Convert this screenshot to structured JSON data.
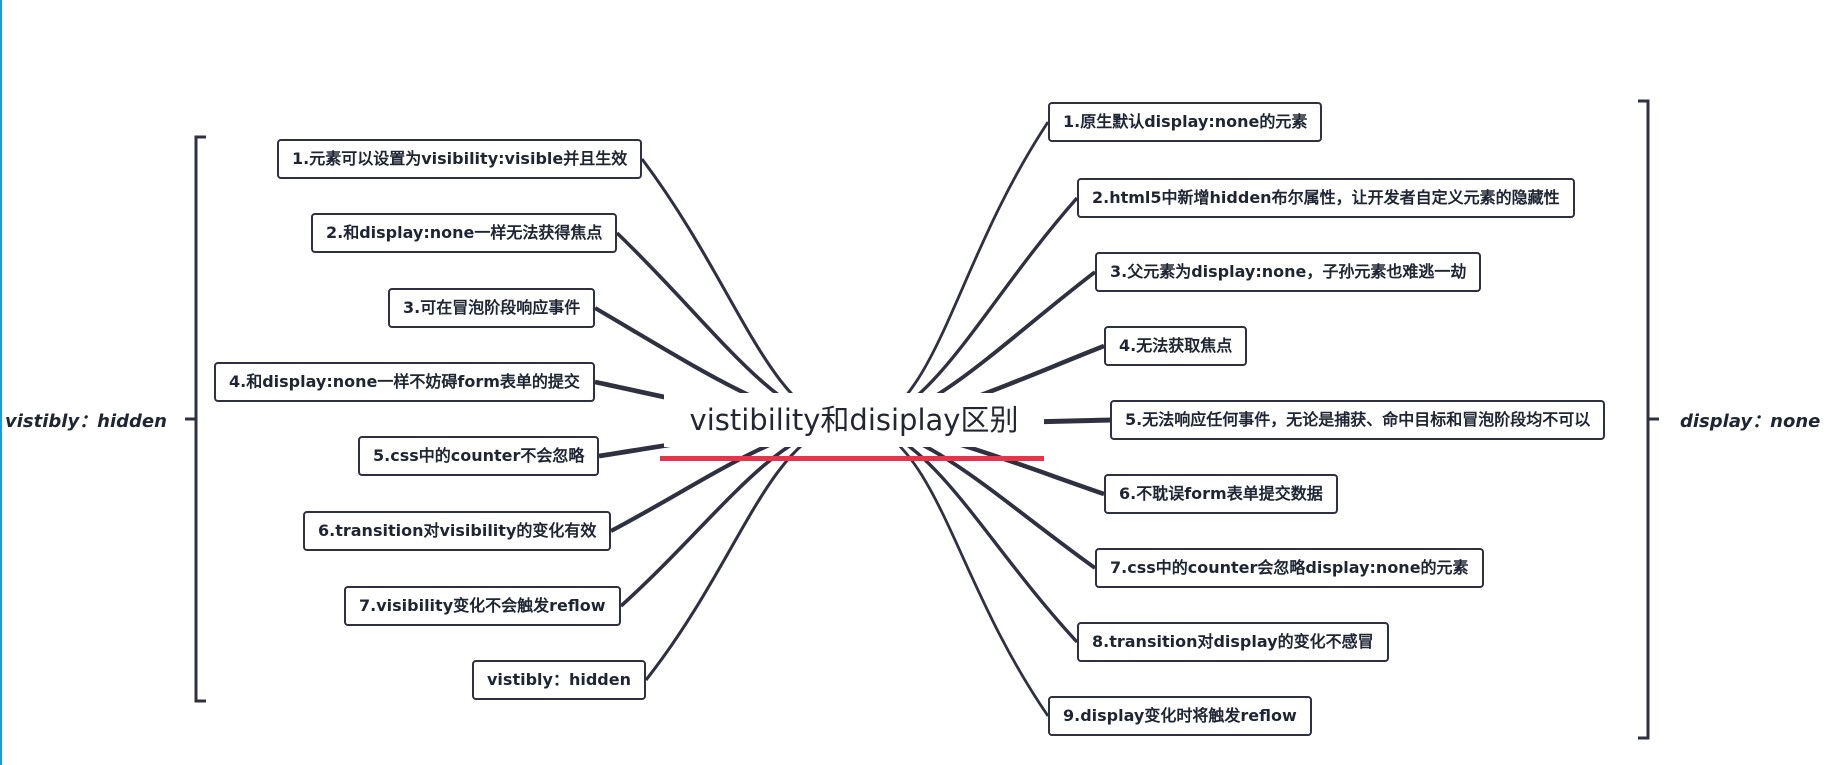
{
  "center_title": "vistibility和disiplay区别",
  "left_group": {
    "label": "vistibly：hidden",
    "items": [
      "1.元素可以设置为visibility:visible并且生效",
      "2.和display:none一样无法获得焦点",
      "3.可在冒泡阶段响应事件",
      "4.和display:none一样不妨碍form表单的提交",
      "5.css中的counter不会忽略",
      "6.transition对visibility的变化有效",
      "7.visibility变化不会触发reflow",
      "vistibly：hidden"
    ]
  },
  "right_group": {
    "label": "display：none",
    "items": [
      "1.原生默认display:none的元素",
      "2.html5中新增hidden布尔属性，让开发者自定义元素的隐藏性",
      "3.父元素为display:none，子孙元素也难逃一劫",
      "4.无法获取焦点",
      "5.无法响应任何事件，无论是捕获、命中目标和冒泡阶段均不可以",
      "6.不耽误form表单提交数据",
      "7.css中的counter会忽略display:none的元素",
      "8.transition对display的变化不感冒",
      "9.display变化时将触发reflow"
    ]
  },
  "colors": {
    "line": "#2f3140",
    "underline": "#e8334a",
    "edge": "#1e9ad6"
  }
}
